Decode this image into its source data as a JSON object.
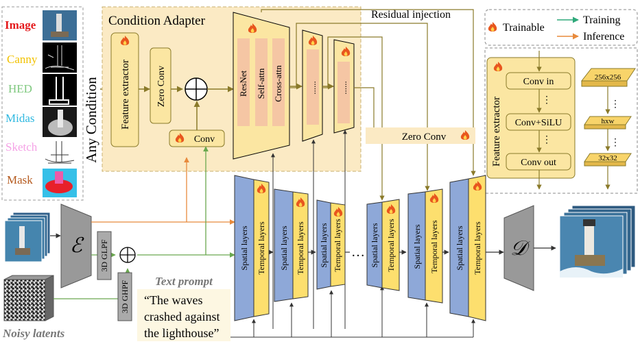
{
  "conditions": [
    {
      "label": "Image",
      "color": "#e41a1c",
      "thumb": "photo"
    },
    {
      "label": "Canny",
      "color": "#f2c200",
      "thumb": "edges"
    },
    {
      "label": "HED",
      "color": "#7ec87e",
      "thumb": "hed"
    },
    {
      "label": "Midas",
      "color": "#2fb8e0",
      "thumb": "depth"
    },
    {
      "label": "Sketch",
      "color": "#f5a2e6",
      "thumb": "sketch"
    },
    {
      "label": "Mask",
      "color": "#b55a1e",
      "thumb": "mask"
    }
  ],
  "any_condition_label": "Any Condition",
  "adapter": {
    "title": "Condition Adapter",
    "feature_extractor": "Feature extractor",
    "zero_conv": "Zero Conv",
    "conv": "Conv",
    "resnet": "ResNet",
    "self_attn": "Self-attn",
    "cross_attn": "Cross-attn",
    "ellipsis": "......"
  },
  "residual_injection": "Residual injection",
  "zero_conv_bar": "Zero Conv",
  "legend": {
    "trainable": "Trainable",
    "training": "Training",
    "inference": "Inference",
    "training_color": "#2ea87a",
    "inference_color": "#e88a3c"
  },
  "fe_detail": {
    "title": "Feature extractor",
    "conv_in": "Conv in",
    "conv_silu": "Conv+SiLU",
    "conv_out": "Conv out",
    "dots": "⋮",
    "res_top": "256x256",
    "res_mid": "hxw",
    "res_bot": "32x32"
  },
  "encoder": "ℰ",
  "decoder": "𝒟",
  "glpf": "3D GLPF",
  "ghpf": "3D GHPF",
  "text_prompt_label": "Text prompt",
  "text_prompt_lines": [
    "“The waves",
    "crashed against",
    "the lighthouse”"
  ],
  "noisy_latents": "Noisy latents",
  "unet": {
    "spatial": "Spatial layers",
    "temporal": "Temporal layers",
    "dots": "…"
  },
  "colors": {
    "adapter_bg": "#fbeac4",
    "block_fill": "#fbe6a2",
    "unet_blue": "#8ea8d8",
    "unet_yellow": "#fddf6e",
    "green": "#6aa84f",
    "orange": "#e88a3c"
  }
}
